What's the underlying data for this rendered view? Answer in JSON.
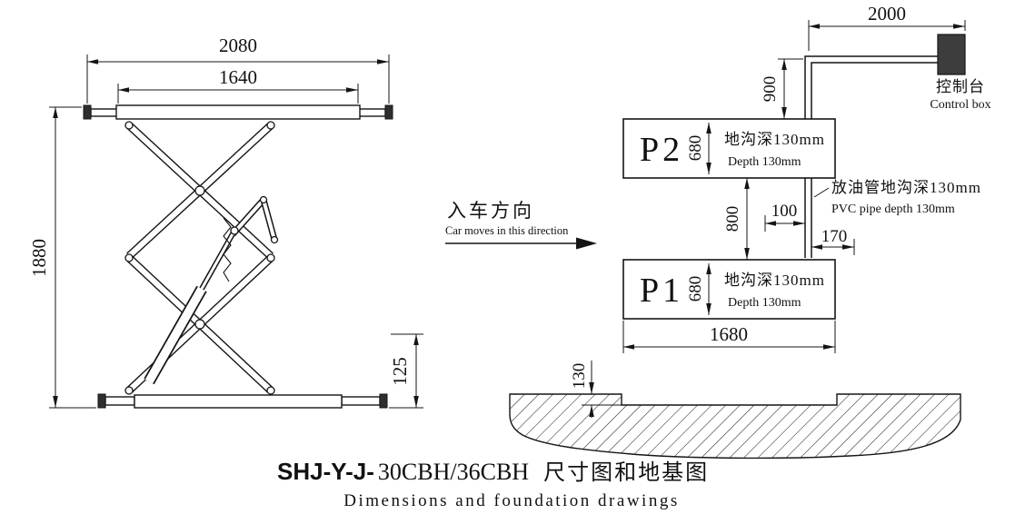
{
  "drawing": {
    "title": {
      "model_prefix": "SHJ-Y-J-",
      "model_codes": "30CBH/36CBH",
      "title_cn": "尺寸图和地基图",
      "title_en": "Dimensions and foundation drawings"
    },
    "side_view": {
      "overall_width": "2080",
      "platform_width": "1640",
      "overall_height": "1880",
      "min_height": "125"
    },
    "plan_view": {
      "pipe_run_length": "2000",
      "control_box_cn": "控制台",
      "control_box_en": "Control box",
      "pipe_to_p2": "900",
      "platforms": [
        {
          "label": "P2",
          "width": "680",
          "depth_cn": "地沟深130mm",
          "depth_en": "Depth 130mm"
        },
        {
          "label": "P1",
          "width": "680",
          "depth_cn": "地沟深130mm",
          "depth_en": "Depth 130mm"
        }
      ],
      "gap_between_platforms": "800",
      "pipe_offset_100": "100",
      "pipe_note_cn": "放油管地沟深130mm",
      "pipe_note_en": "PVC pipe depth 130mm",
      "pipe_offset_170": "170",
      "platform_length": "1680",
      "direction_cn": "入车方向",
      "direction_en": "Car moves in this direction"
    },
    "section_view": {
      "trench_depth": "130"
    }
  }
}
